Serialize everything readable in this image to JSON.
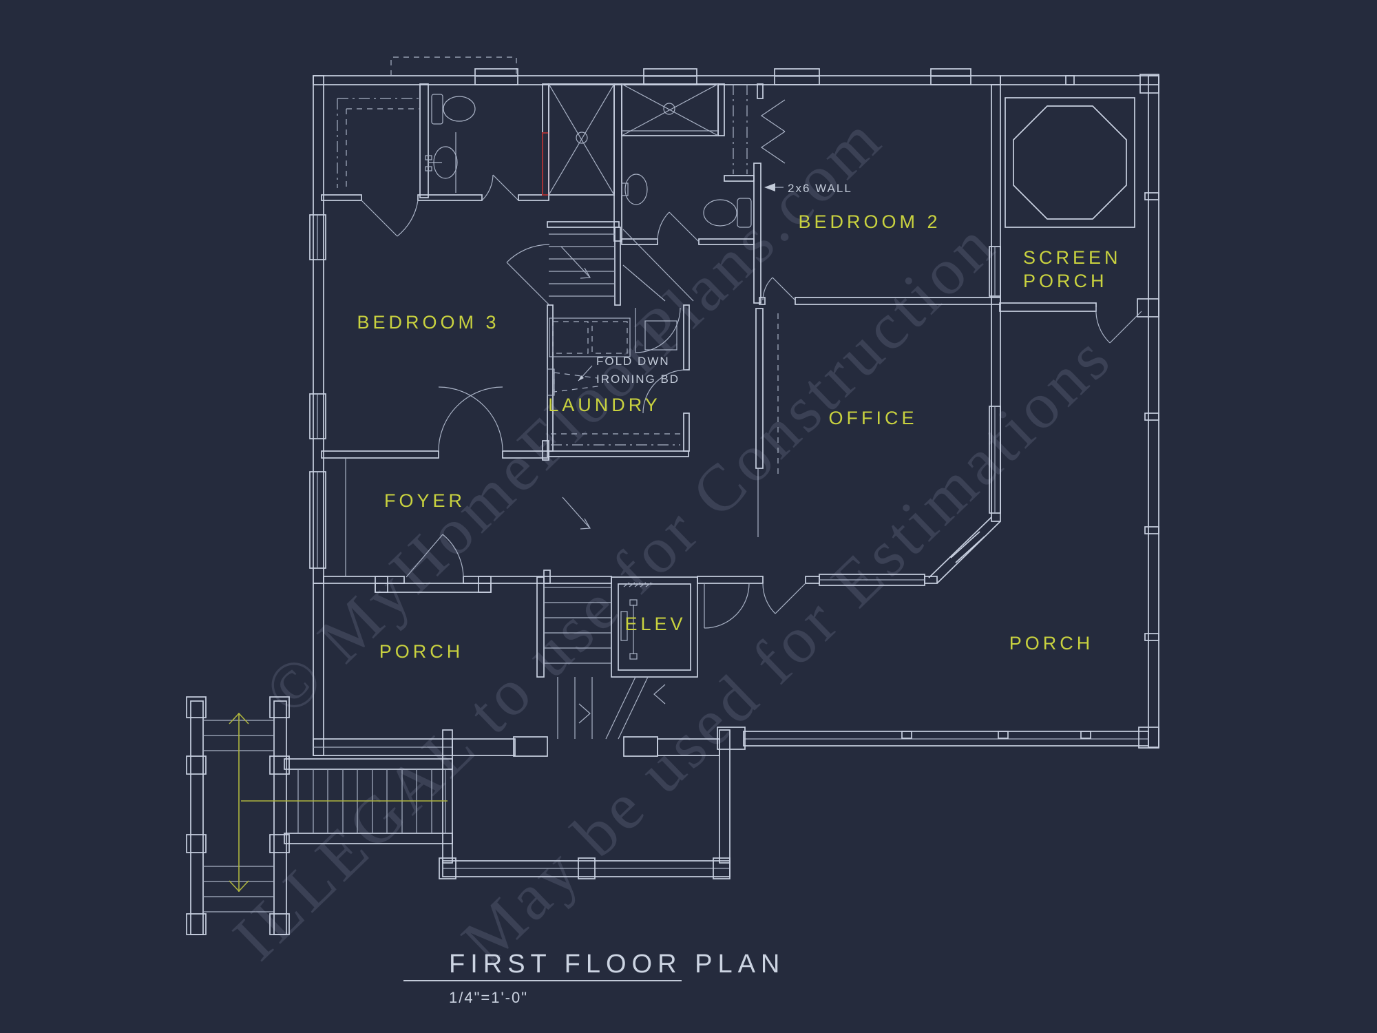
{
  "title": {
    "text": "FIRST FLOOR PLAN",
    "scale": "1/4\"=1'-0\""
  },
  "rooms": {
    "bedroom3": "BEDROOM 3",
    "bedroom2": "BEDROOM 2",
    "laundry": "LAUNDRY",
    "foyer": "FOYER",
    "office": "OFFICE",
    "elev": "ELEV",
    "porch_left": "PORCH",
    "porch_right": "PORCH",
    "screen_porch_line1": "SCREEN",
    "screen_porch_line2": "PORCH"
  },
  "annotations": {
    "wall_note": "2x6 WALL",
    "ironing_line1": "FOLD DWN",
    "ironing_line2": "IRONING BD"
  },
  "watermark": {
    "line1": "© MyHomeFloorPlans.com",
    "line2": "ILLEGAL to use for Construction",
    "line3": "May be used for Estimations"
  },
  "colors": {
    "background": "#252b3d",
    "line": "#c9d1e1",
    "label_yellow": "#c9d23f",
    "highlight_red": "#a23337",
    "dimension_yellow": "#aeb53e"
  }
}
